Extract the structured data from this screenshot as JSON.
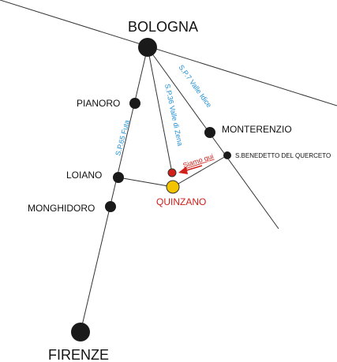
{
  "colors": {
    "town": "#1a1a1a",
    "road_label": "#1f8fd6",
    "accent_red": "#d0201a",
    "quinzano_fill": "#f2c400"
  },
  "towns": {
    "bologna": "BOLOGNA",
    "pianoro": "PIANORO",
    "loiano": "LOIANO",
    "monghidoro": "MONGHIDORO",
    "firenze": "FIRENZE",
    "monterenzio": "MONTERENZIO",
    "san_benedetto": "S.BENEDETTO DEL QUERCETO",
    "quinzano": "QUINZANO"
  },
  "roads": {
    "sp65": "S.P.65 Futa",
    "sp36": "S.P.36 Valle di Zena",
    "sp7": "S.P.7 Valle Idice"
  },
  "marker": {
    "here_label": "Siamo qui"
  }
}
